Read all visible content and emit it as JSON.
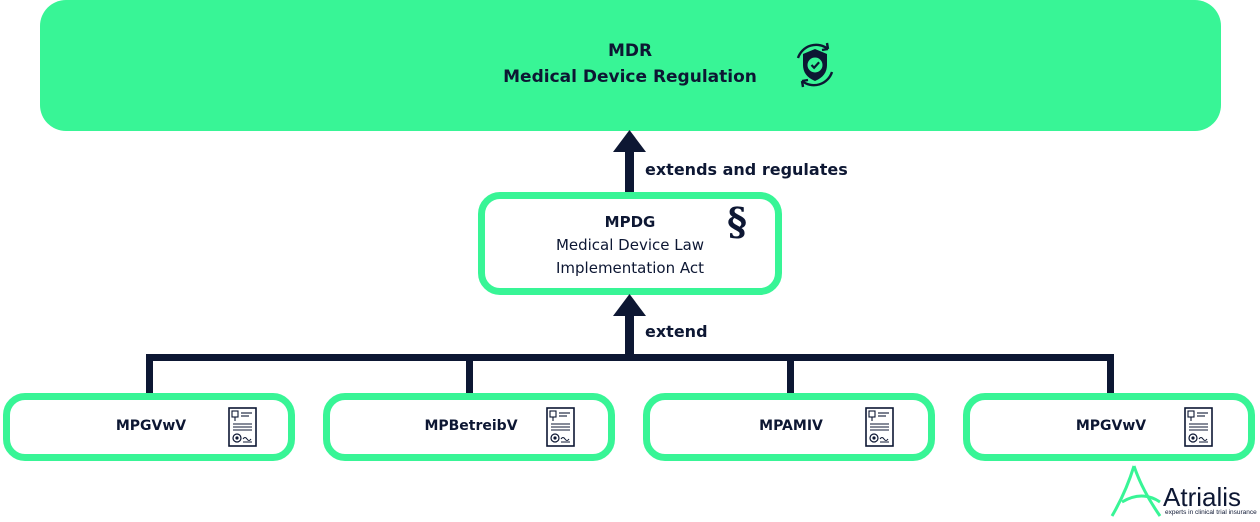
{
  "top": {
    "abbr": "MDR",
    "name": "Medical Device Regulation",
    "icon": "shield-check-cycle-icon"
  },
  "edge_top": "extends and regulates",
  "middle": {
    "abbr": "MPDG",
    "line1": "Medical Device Law",
    "line2": "Implementation Act",
    "icon": "paragraph-icon"
  },
  "edge_bottom": "extend",
  "bottom": [
    {
      "label": "MPGVwV",
      "icon": "certificate-document-icon"
    },
    {
      "label": "MPBetreibV",
      "icon": "certificate-document-icon"
    },
    {
      "label": "MPAMIV",
      "icon": "certificate-document-icon"
    },
    {
      "label": "MPGVwV",
      "icon": "certificate-document-icon"
    }
  ],
  "logo": {
    "name": "Atrialis",
    "tagline": "experts in clinical trial insurance"
  },
  "colors": {
    "accent": "#38f596",
    "navy": "#0d1733"
  }
}
